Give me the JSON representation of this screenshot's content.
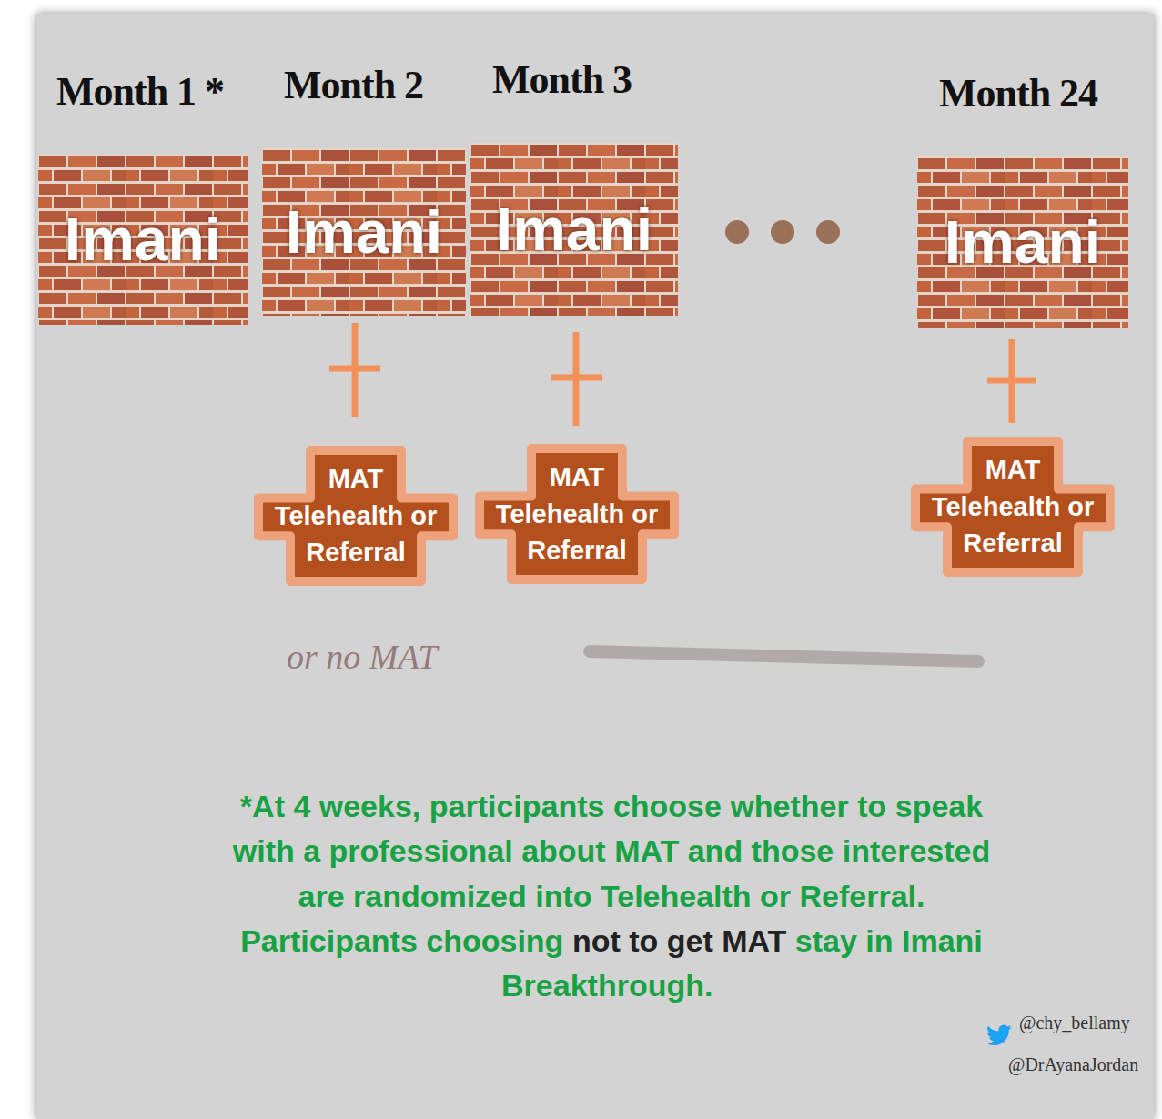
{
  "diagram": {
    "nodes": [
      {
        "text": [
          "Month 1 *",
          "Imani"
        ]
      },
      {
        "text": [
          "Month 2",
          "Imani"
        ]
      },
      {
        "text": [
          "Month 3",
          "Imani"
        ]
      },
      {
        "text": [
          "Month 24",
          "Imani"
        ]
      },
      {
        "text": [
          "MAT Telehealth or Referral"
        ]
      },
      {
        "text": [
          "MAT Telehealth or Referral"
        ]
      },
      {
        "text": [
          "MAT Telehealth or Referral"
        ]
      }
    ],
    "labels": [
      "or no MAT",
      "*At 4 weeks, participants choose whether to speak with a professional about MAT and those interested are randomized into Telehealth or Referral. Participants choosing",
      "not to get MAT",
      "stay in Imani Breakthrough.",
      "@chy_bellamy",
      "@DrAyanaJordan"
    ]
  }
}
